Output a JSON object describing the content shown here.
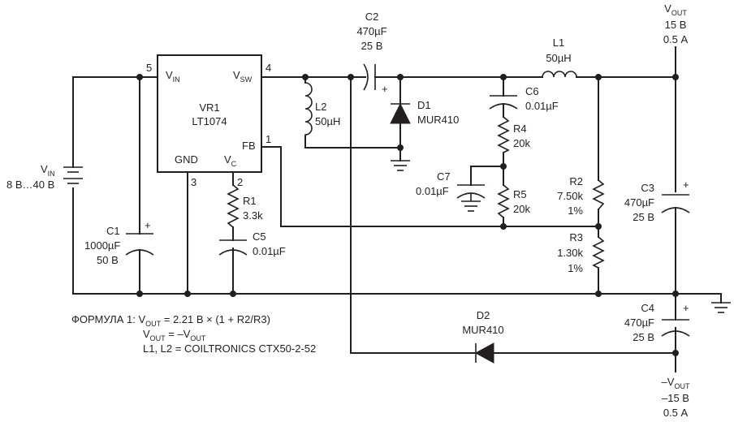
{
  "vr1": {
    "ref": "VR1",
    "part": "LT1074",
    "vin_label": "V",
    "vin_sub": "IN",
    "vsw_label": "V",
    "vsw_sub": "SW",
    "fb_label": "FB",
    "gnd_label": "GND",
    "vc_label": "V",
    "vc_sub": "C"
  },
  "pins": {
    "vin": "5",
    "vsw": "4",
    "fb": "1",
    "gnd": "3",
    "vc": "2"
  },
  "vin_source": {
    "label": "V",
    "sub": "IN",
    "range": "8 В…40 В"
  },
  "c1": {
    "ref": "C1",
    "value": "1000µF",
    "voltage": "50 В",
    "polarity": "+"
  },
  "r1": {
    "ref": "R1",
    "value": "3.3k"
  },
  "c5": {
    "ref": "C5",
    "value": "0.01µF"
  },
  "c2": {
    "ref": "C2",
    "value": "470µF",
    "voltage": "25 В",
    "polarity": "+"
  },
  "l2": {
    "ref": "L2",
    "value": "50µH"
  },
  "d1": {
    "ref": "D1",
    "part": "MUR410"
  },
  "c6": {
    "ref": "C6",
    "value": "0.01µF"
  },
  "r4": {
    "ref": "R4",
    "value": "20k"
  },
  "c7": {
    "ref": "C7",
    "value": "0.01µF"
  },
  "r5": {
    "ref": "R5",
    "value": "20k"
  },
  "l1": {
    "ref": "L1",
    "value": "50µH"
  },
  "r2": {
    "ref": "R2",
    "value": "7.50k",
    "tol": "1%"
  },
  "r3": {
    "ref": "R3",
    "value": "1.30k",
    "tol": "1%"
  },
  "c3": {
    "ref": "C3",
    "value": "470µF",
    "voltage": "25 В",
    "polarity": "+"
  },
  "c4": {
    "ref": "C4",
    "value": "470µF",
    "voltage": "25 В",
    "polarity": "+"
  },
  "d2": {
    "ref": "D2",
    "part": "MUR410"
  },
  "vout_pos": {
    "label": "V",
    "sub": "OUT",
    "voltage": "15 В",
    "current": "0.5 А"
  },
  "vout_neg": {
    "label": "–V",
    "sub": "OUT",
    "voltage": "–15 В",
    "current": "0.5 А"
  },
  "notes": {
    "f1_prefix": "ФОРМУЛА 1: V",
    "f1_sub": "OUT",
    "f1_rest": " = 2.21 В × (1 + R2/R3)",
    "f2_prefix": "V",
    "f2_sub": "OUT",
    "f2_mid": " = –V",
    "f2_sub2": "OUT",
    "f3": "L1, L2 = COILTRONICS CTX50-2-52"
  }
}
